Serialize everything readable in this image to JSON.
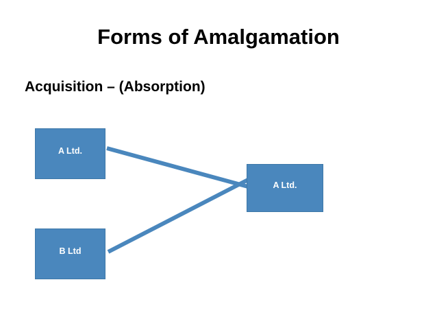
{
  "slide": {
    "title": "Forms of Amalgamation",
    "subtitle": "Acquisition – (Absorption)"
  },
  "diagram": {
    "type": "flow-diagram",
    "accent_color": "#4a87bd",
    "text_color": "#ffffff",
    "boxes": [
      {
        "id": "a-top",
        "label": "A Ltd."
      },
      {
        "id": "b-bottom",
        "label": "B Ltd"
      },
      {
        "id": "a-right",
        "label": "A Ltd."
      }
    ],
    "connectors": [
      {
        "from": "a-top",
        "to": "a-right"
      },
      {
        "from": "b-bottom",
        "to": "a-right"
      }
    ]
  }
}
